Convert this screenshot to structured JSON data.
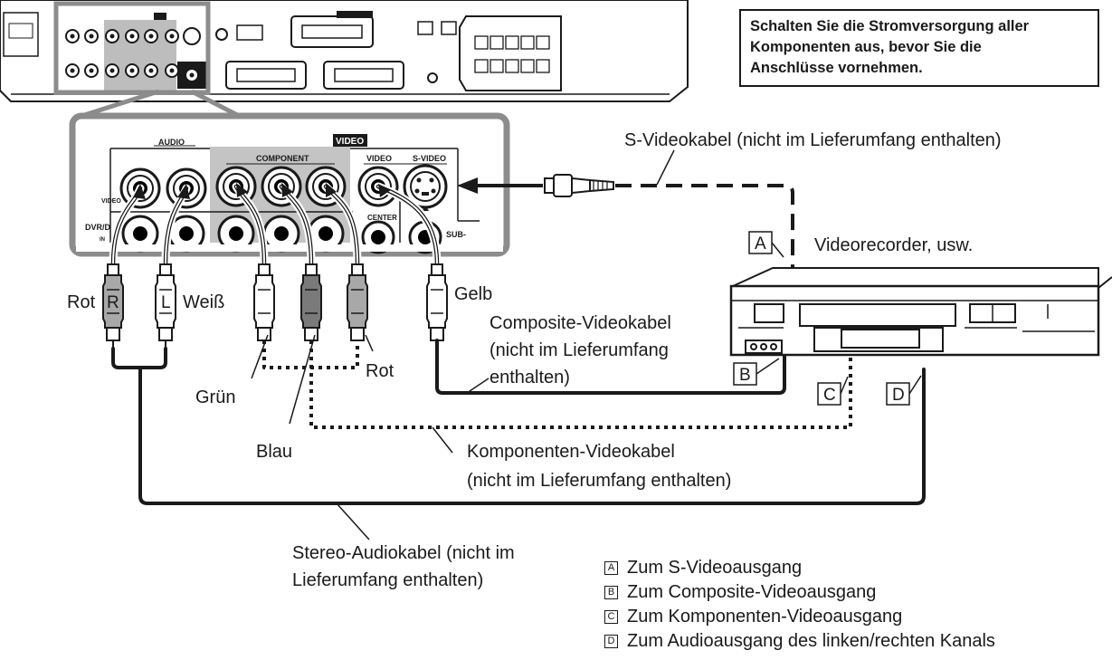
{
  "warning": {
    "text": "Schalten Sie die Stromversorgung aller\nKomponenten aus, bevor Sie die\nAnschlüsse vornehmen."
  },
  "panel": {
    "audio": "AUDIO",
    "video": "VIDEO",
    "component": "COMPONENT",
    "video_jack": "VIDEO",
    "svideo_jack": "S-VIDEO",
    "video_in": "VIDEO",
    "dvr": "DVR/D",
    "in": "IN",
    "center": "CENTER",
    "sub": "SUB-"
  },
  "plugs": {
    "r": "R",
    "l": "L"
  },
  "labels": {
    "svideo_cable": "S-Videokabel (nicht im Lieferumfang enthalten)",
    "videorecorder": "Videorecorder, usw.",
    "rot_left": "Rot",
    "weiss": "Weiß",
    "gelb": "Gelb",
    "gruen": "Grün",
    "blau": "Blau",
    "rot_right": "Rot",
    "composite_1": "Composite-Videokabel",
    "composite_2": "(nicht im Lieferumfang",
    "composite_3": "enthalten)",
    "component_1": "Komponenten-Videokabel",
    "component_2": "(nicht im Lieferumfang enthalten)",
    "stereo_1": "Stereo-Audiokabel (nicht im",
    "stereo_2": "Lieferumfang enthalten)"
  },
  "markers": {
    "a": "A",
    "b": "B",
    "c": "C",
    "d": "D"
  },
  "legend": [
    {
      "letter": "A",
      "text": "Zum S-Videoausgang"
    },
    {
      "letter": "B",
      "text": "Zum Composite-Videoausgang"
    },
    {
      "letter": "C",
      "text": "Zum Komponenten-Videoausgang"
    },
    {
      "letter": "D",
      "text": "Zum Audioausgang des linken/rechten Kanals"
    }
  ]
}
